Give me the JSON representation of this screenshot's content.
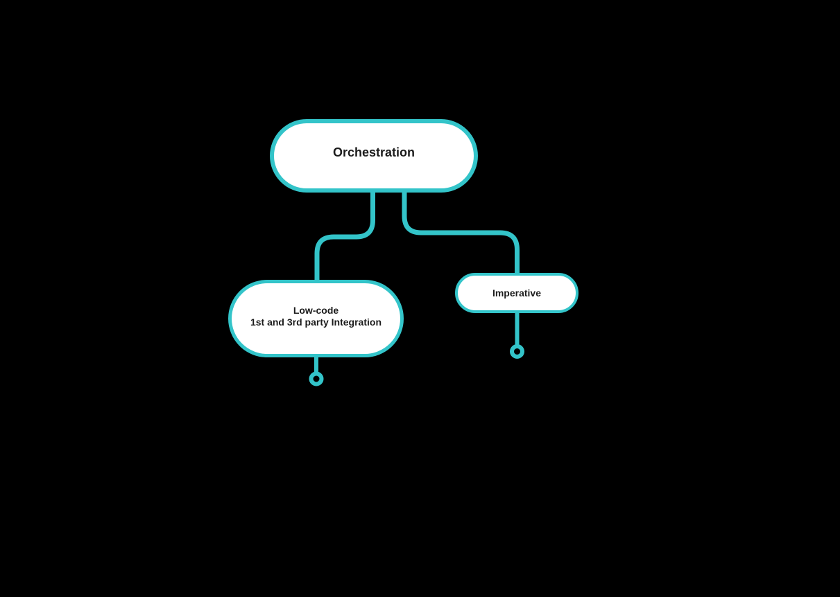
{
  "theme": {
    "background": "#000000",
    "accent": "#33c4c9",
    "node_fill": "#ffffff",
    "text_color": "#1c1c1c"
  },
  "diagram": {
    "type": "mind-map",
    "root": {
      "label": "Orchestration"
    },
    "children": [
      {
        "id": "low-code",
        "lines": [
          "Low-code",
          "1st and 3rd party Integration"
        ],
        "has_collapsed_children": true
      },
      {
        "id": "imperative",
        "lines": [
          "Imperative"
        ],
        "has_collapsed_children": true
      }
    ]
  }
}
